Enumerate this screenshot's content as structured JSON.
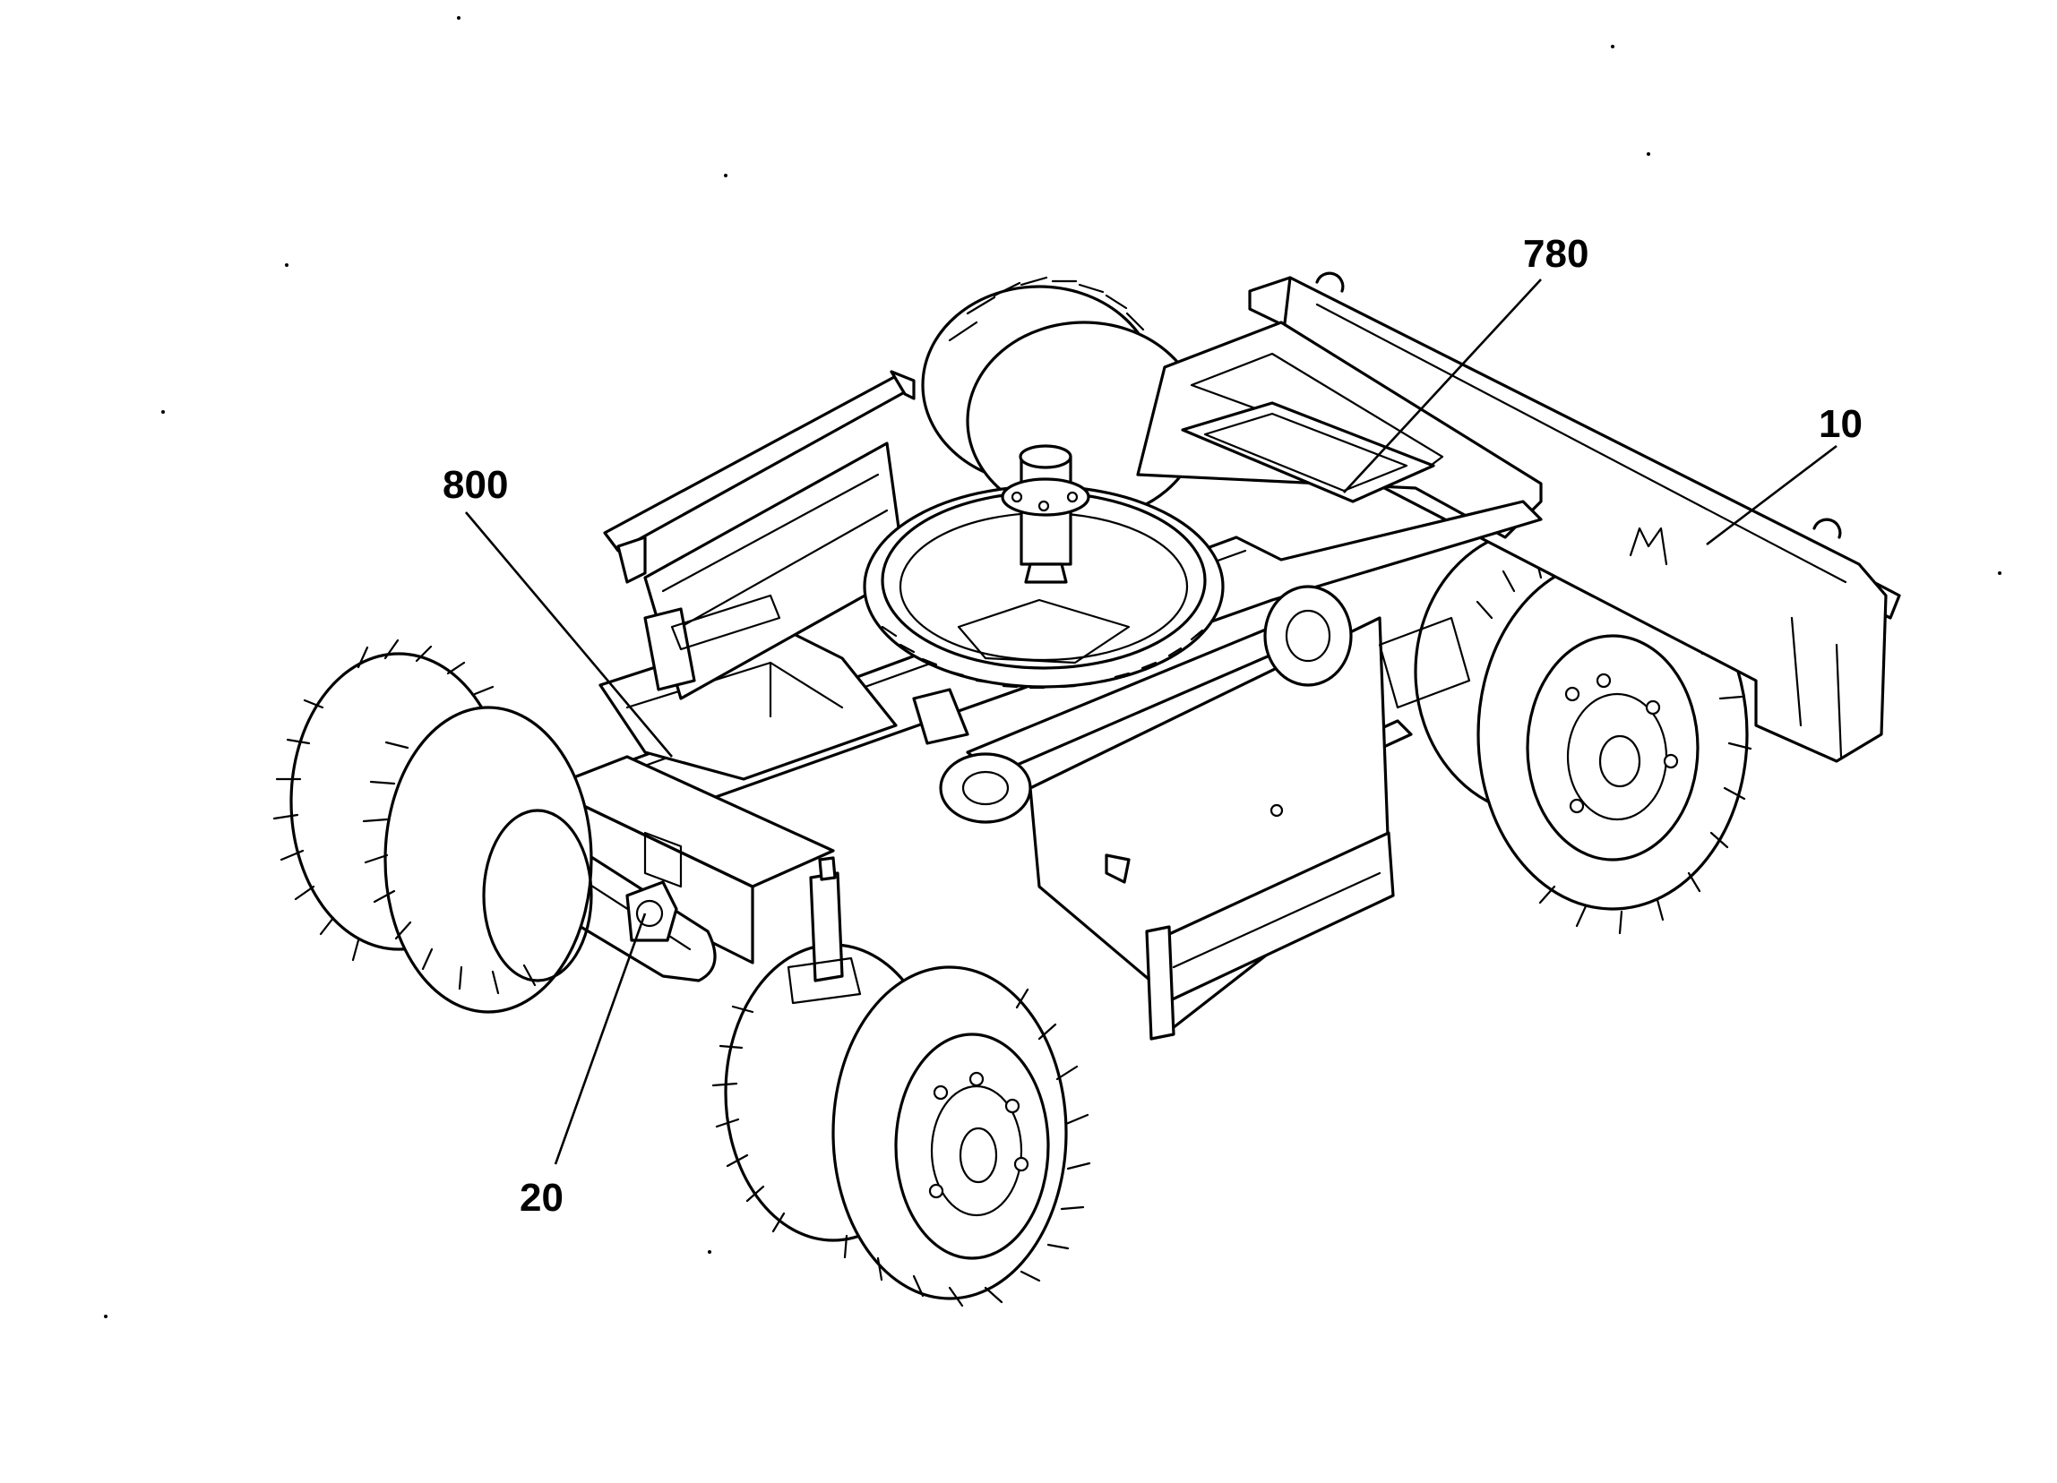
{
  "figure": {
    "labels": {
      "ref_10": "10",
      "ref_20": "20",
      "ref_780": "780",
      "ref_800": "800"
    }
  },
  "colors": {
    "ink": "#000000",
    "paper": "#ffffff"
  }
}
